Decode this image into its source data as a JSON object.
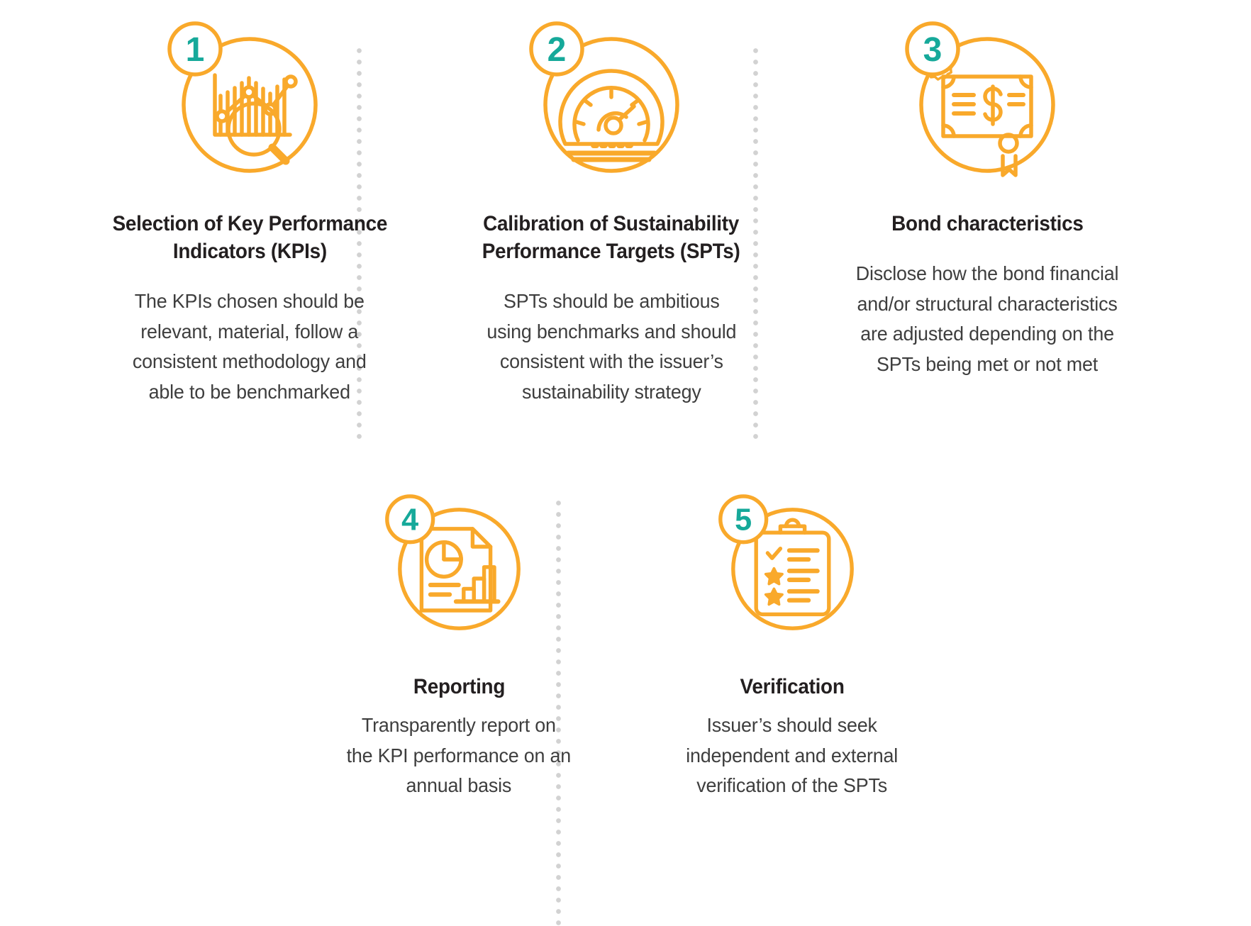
{
  "theme": {
    "background": "#ffffff",
    "accent_orange": "#F9A92B",
    "accent_teal": "#16A99A",
    "heading_color": "#231f20",
    "body_color": "#3e3e3e",
    "divider_color": "#d2d2d2"
  },
  "steps": [
    {
      "number": "1",
      "icon": "kpi-chart-magnifier-icon",
      "heading_lines": [
        "Selection of Key Performance",
        "Indicators (KPIs)"
      ],
      "body_lines": [
        "The KPIs chosen should be",
        "relevant, material, follow a",
        "consistent methodology and",
        "able to be benchmarked"
      ]
    },
    {
      "number": "2",
      "icon": "speedometer-gauge-icon",
      "heading_lines": [
        "Calibration of Sustainability",
        "Performance Targets (SPTs)"
      ],
      "body_lines": [
        "SPTs should be ambitious",
        "using benchmarks and should",
        "consistent with the issuer’s",
        "sustainability strategy"
      ]
    },
    {
      "number": "3",
      "icon": "bond-certificate-seal-icon",
      "heading_lines": [
        "Bond characteristics"
      ],
      "body_lines": [
        "Disclose how the bond financial",
        "and/or structural characteristics",
        "are adjusted depending on the",
        "SPTs being met or not met"
      ]
    },
    {
      "number": "4",
      "icon": "report-document-charts-icon",
      "heading_lines": [
        "Reporting"
      ],
      "body_lines": [
        "Transparently report on",
        "the KPI performance on an",
        "annual basis"
      ]
    },
    {
      "number": "5",
      "icon": "clipboard-checklist-icon",
      "heading_lines": [
        "Verification"
      ],
      "body_lines": [
        "Issuer’s should seek",
        "independent and external",
        "verification of the SPTs"
      ]
    }
  ]
}
